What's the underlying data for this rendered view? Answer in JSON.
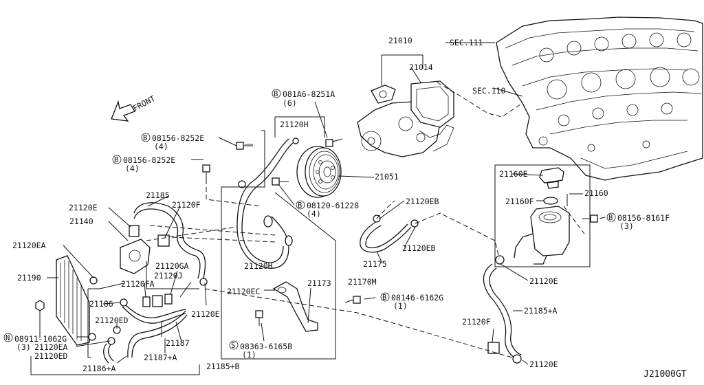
{
  "diagram_id": "J21000GT",
  "front_label": "FRONT",
  "sec_labels": [
    "SEC.111",
    "SEC.110"
  ],
  "labels": {
    "p21010": "21010",
    "p21014": "21014",
    "b081A6": "081A6-8251A",
    "b081A6_q": "(6)",
    "p21120H_top": "21120H",
    "b08156_1": "08156-8252E",
    "b08156_1_q": "(4)",
    "b08156_2": "08156-8252E",
    "b08156_2_q": "(4)",
    "p21051": "21051",
    "b08120": "08120-61228",
    "b08120_q": "(4)",
    "p21120EB_1": "21120EB",
    "p21120EB_2": "21120EB",
    "p21175": "21175",
    "p21185": "21185",
    "p21120F_top": "21120F",
    "p21120E_top": "21120E",
    "p21140": "21140",
    "p21120EA_top": "21120EA",
    "p21190": "21190",
    "p21120H_mid": "21120H",
    "p21120GA": "21120GA",
    "p21120J": "21120J",
    "p21120FA": "21120FA",
    "p21186": "21186",
    "p21120ED_1": "21120ED",
    "n08911": "08911-1062G",
    "n08911_q": "(3)",
    "p21120EA_bot": "21120EA",
    "p21120ED_2": "21120ED",
    "p21186A": "21186+A",
    "p21187": "21187",
    "p21187A": "21187+A",
    "p21185B": "21185+B",
    "p21120E_mid": "21120E",
    "p21120EC": "21120EC",
    "p21173": "21173",
    "p21170M": "21170M",
    "s08363": "08363-6165B",
    "s08363_q": "(1)",
    "b08146": "08146-6162G",
    "b08146_q": "(1)",
    "p21160E": "21160E",
    "p21160": "21160",
    "p21160F": "21160F",
    "b08156_8161F": "08156-8161F",
    "b08156_8161F_q": "(3)",
    "p21120E_right": "21120E",
    "p21185A": "21185+A",
    "p21120F_bot": "21120F",
    "p21120E_bot": "21120E"
  },
  "markers": {
    "bolt": "B",
    "nut": "N",
    "screw": "S"
  }
}
